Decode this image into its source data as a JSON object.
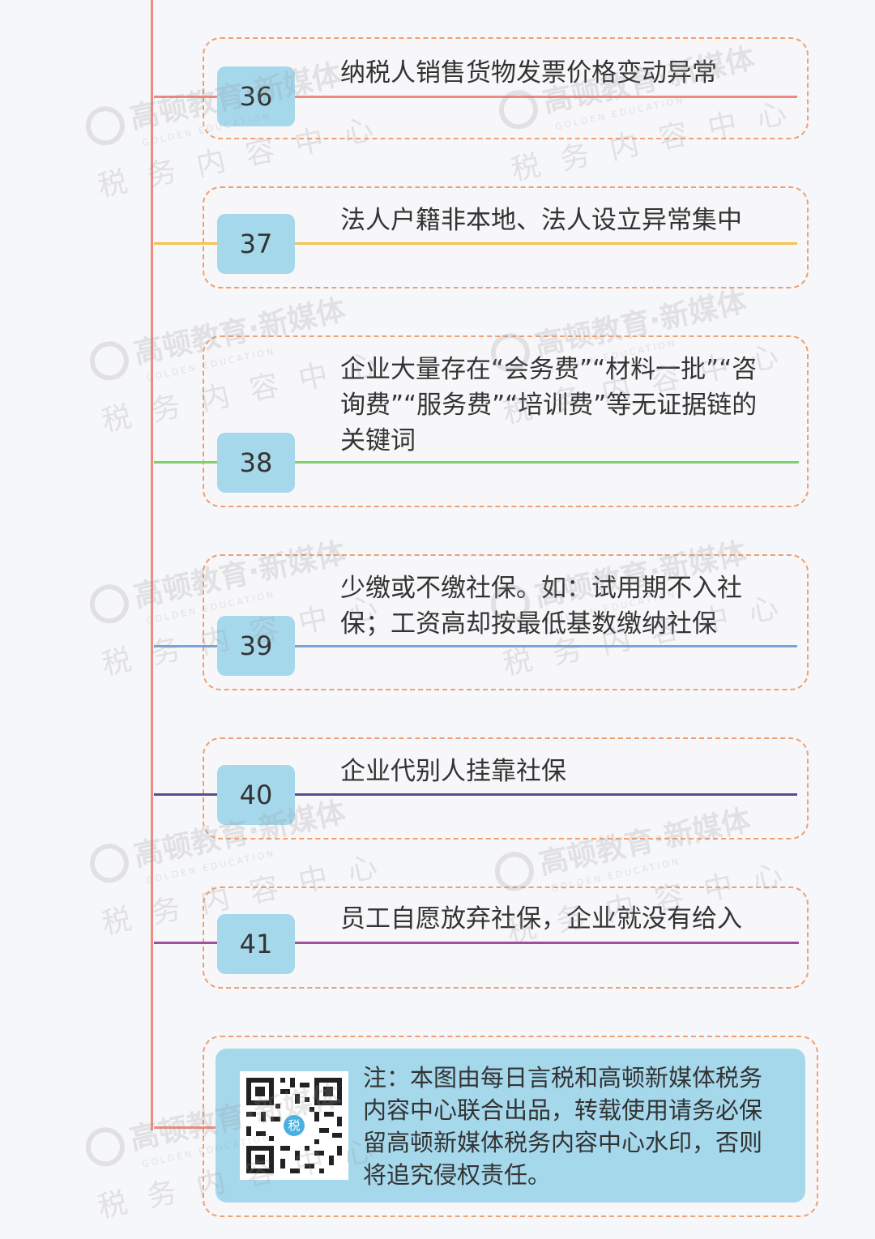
{
  "items": [
    {
      "number": "36",
      "text": "纳税人销售货物发票价格变动异常",
      "color": "#ee8a80"
    },
    {
      "number": "37",
      "text": "法人户籍非本地、法人设立异常集中",
      "color": "#f6c24a"
    },
    {
      "number": "38",
      "text": "企业大量存在“会务费”“材料一批”“咨询费”“服务费”“培训费”等无证据链的关键词",
      "color": "#7fcf6a"
    },
    {
      "number": "39",
      "text": "少缴或不缴社保。如：试用期不入社保；工资高却按最低基数缴纳社保",
      "color": "#7aa3d8"
    },
    {
      "number": "40",
      "text": "企业代别人挂靠社保",
      "color": "#5a4a8e"
    },
    {
      "number": "41",
      "text": "员工自愿放弃社保，企业就没有给入",
      "color": "#a0509a"
    }
  ],
  "note": {
    "text": "注：本图由每日言税和高顿新媒体税务内容中心联合出品，转载使用请务必保留高顿新媒体税务内容中心水印，否则将追究侵权责任。",
    "qr_badge": "税"
  },
  "watermark": {
    "brand": "高顿教育·新媒体",
    "sub": "GOLDEN EDUCATION",
    "dept": "税务内容中心"
  },
  "colors": {
    "spine": "#ee8c80",
    "card_border": "#f0a070",
    "badge_bg": "#a6d8ec",
    "note_bg": "#a6d8ec"
  }
}
